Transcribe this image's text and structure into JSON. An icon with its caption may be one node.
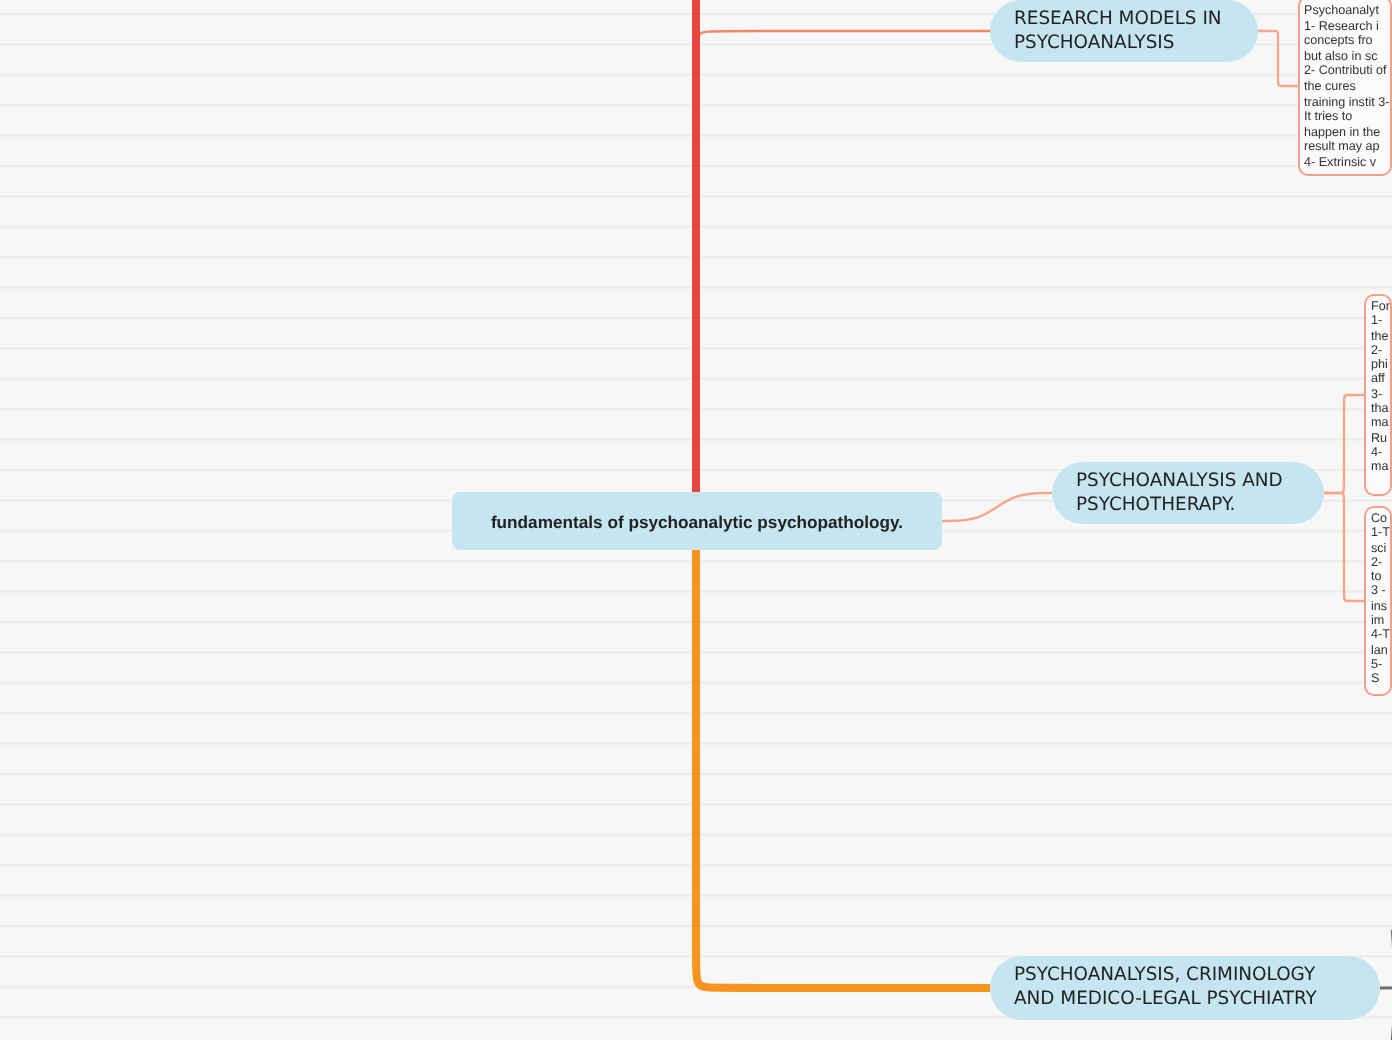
{
  "diagram": {
    "nodes": [
      {
        "text": [
          "fundamentals of psychoanalytic psychopathology."
        ]
      },
      {
        "text": [
          "RESEARCH MODELS IN PSYCHOANALYSIS"
        ]
      },
      {
        "text": [
          "Psychoanalyt 1- Research i concepts fro but also in sc 2- Contributi of the cures training instit 3- It tries to happen in the result may ap 4- Extrinsic v"
        ]
      },
      {
        "text": [
          "PSYCHOANALYSIS AND PSYCHOTHERAPY."
        ]
      },
      {
        "text": [
          "For 1- the 2- phi aff 3- tha ma Ru 4- ma"
        ]
      },
      {
        "text": [
          "Co 1-T sci 2- to 3 - ins im 4-T lan 5-S"
        ]
      },
      {
        "text": [
          "PSYCHOANALYSIS, CRIMINOLOGY AND MEDICO-LEGAL PSYCHIATRY"
        ]
      }
    ],
    "edges": [
      {
        "from": 0,
        "to": null,
        "arrow": "none",
        "style": "thick",
        "color": "#e8463a"
      },
      {
        "from": 0,
        "to": 1,
        "arrow": "none",
        "color": "#f5866a"
      },
      {
        "from": 0,
        "to": 3,
        "arrow": "none"
      },
      {
        "from": 0,
        "to": 6,
        "arrow": "none",
        "style": "thick",
        "color": "#f7941d"
      },
      {
        "from": 1,
        "to": 2,
        "arrow": "none"
      },
      {
        "from": 3,
        "to": 4,
        "arrow": "none"
      },
      {
        "from": 3,
        "to": 5,
        "arrow": "none"
      },
      {
        "from": 6,
        "to": null,
        "arrow": "none",
        "color": "#6d6d6d"
      },
      {
        "from": 6,
        "to": null,
        "arrow": "none",
        "color": "#6d6d6d"
      }
    ]
  }
}
